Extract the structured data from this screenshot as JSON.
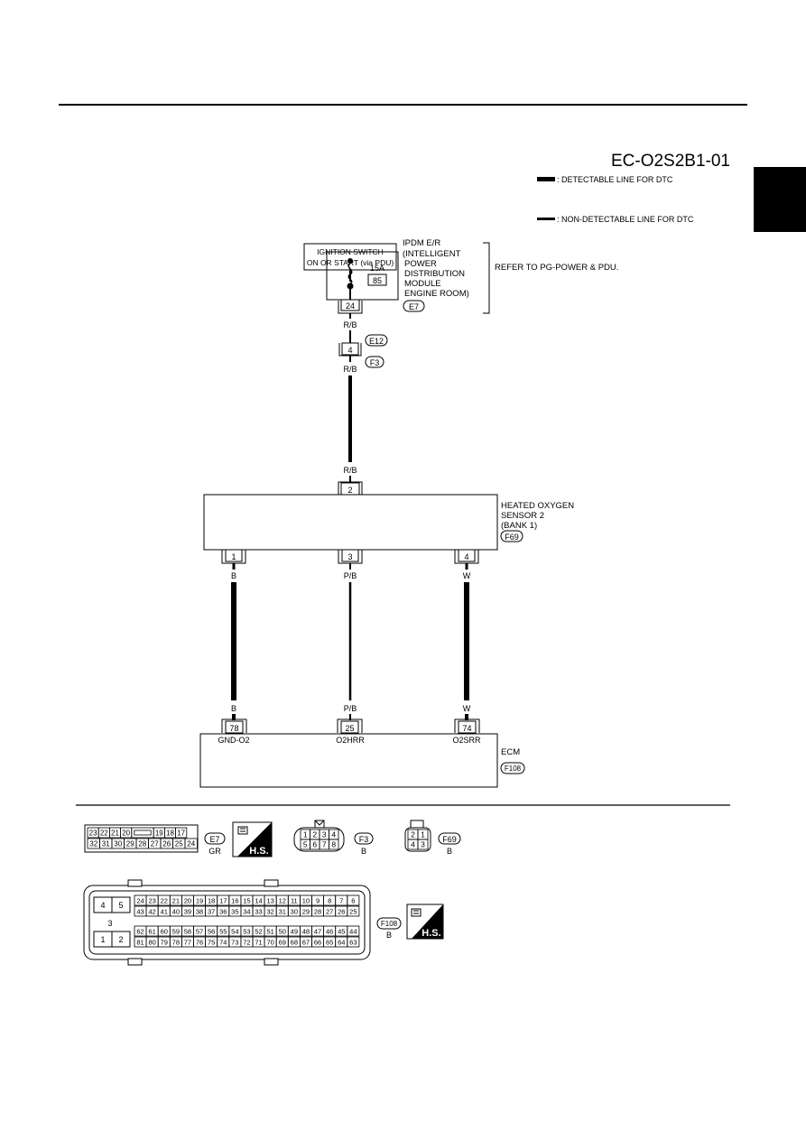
{
  "diagram_id": "EC-O2S2B1-01",
  "legend": {
    "detectable": ": DETECTABLE LINE FOR DTC",
    "non_detectable": ": NON-DETECTABLE LINE FOR DTC"
  },
  "ignition_switch": {
    "line1": "IGNITION SWITCH",
    "line2": "ON OR START (via PDU)"
  },
  "ipdm": {
    "lines": [
      "IPDM E/R",
      "(INTELLIGENT",
      "POWER",
      "DISTRIBUTION",
      "MODULE",
      "ENGINE ROOM)"
    ],
    "connector": "E7",
    "fuse_amps": "15A",
    "fuse_no": "85",
    "terminal": "24"
  },
  "refer_text": "REFER TO PG-POWER & PDU.",
  "joint": {
    "terminal": "4",
    "conn_top": "E12",
    "conn_bottom": "F3"
  },
  "wire_colors": {
    "rb": "R/B",
    "b": "B",
    "pb": "P/B",
    "w": "W"
  },
  "sensor": {
    "lines": [
      "HEATED OXYGEN",
      "SENSOR 2",
      "(BANK 1)"
    ],
    "connector": "F69",
    "terminals": {
      "top": "2",
      "t1": "1",
      "t3": "3",
      "t4": "4"
    }
  },
  "ecm": {
    "label": "ECM",
    "connector": "F108",
    "terminals": [
      "78",
      "25",
      "74"
    ],
    "pin_names": [
      "GND-O2",
      "O2HRR",
      "O2SRR"
    ]
  },
  "connector_views": {
    "e7": {
      "id": "E7",
      "color": "GR",
      "row1": [
        "23",
        "22",
        "21",
        "20",
        "",
        "19",
        "18",
        "17"
      ],
      "row2": [
        "32",
        "31",
        "30",
        "29",
        "28",
        "27",
        "26",
        "25",
        "24"
      ]
    },
    "f3": {
      "id": "F3",
      "color": "B",
      "row1": [
        "1",
        "2",
        "3",
        "4"
      ],
      "row2": [
        "5",
        "6",
        "7",
        "8"
      ]
    },
    "f69": {
      "id": "F69",
      "color": "B",
      "row1": [
        "2",
        "1"
      ],
      "row2": [
        "4",
        "3"
      ]
    },
    "f108": {
      "id": "F108",
      "color": "B",
      "left": [
        "4",
        "5",
        "3",
        "1",
        "2"
      ],
      "row1": [
        "24",
        "23",
        "22",
        "21",
        "20",
        "19",
        "18",
        "17",
        "16",
        "15",
        "14",
        "13",
        "12",
        "11",
        "10",
        "9",
        "8",
        "7",
        "6"
      ],
      "row2": [
        "43",
        "42",
        "41",
        "40",
        "39",
        "38",
        "37",
        "36",
        "35",
        "34",
        "33",
        "32",
        "31",
        "30",
        "29",
        "28",
        "27",
        "26",
        "25"
      ],
      "row3": [
        "62",
        "61",
        "60",
        "59",
        "58",
        "57",
        "56",
        "55",
        "54",
        "53",
        "52",
        "51",
        "50",
        "49",
        "48",
        "47",
        "46",
        "45",
        "44"
      ],
      "row4": [
        "81",
        "80",
        "79",
        "78",
        "77",
        "76",
        "75",
        "74",
        "73",
        "72",
        "71",
        "70",
        "69",
        "68",
        "67",
        "66",
        "65",
        "64",
        "63"
      ]
    }
  },
  "hs_label": "H.S."
}
